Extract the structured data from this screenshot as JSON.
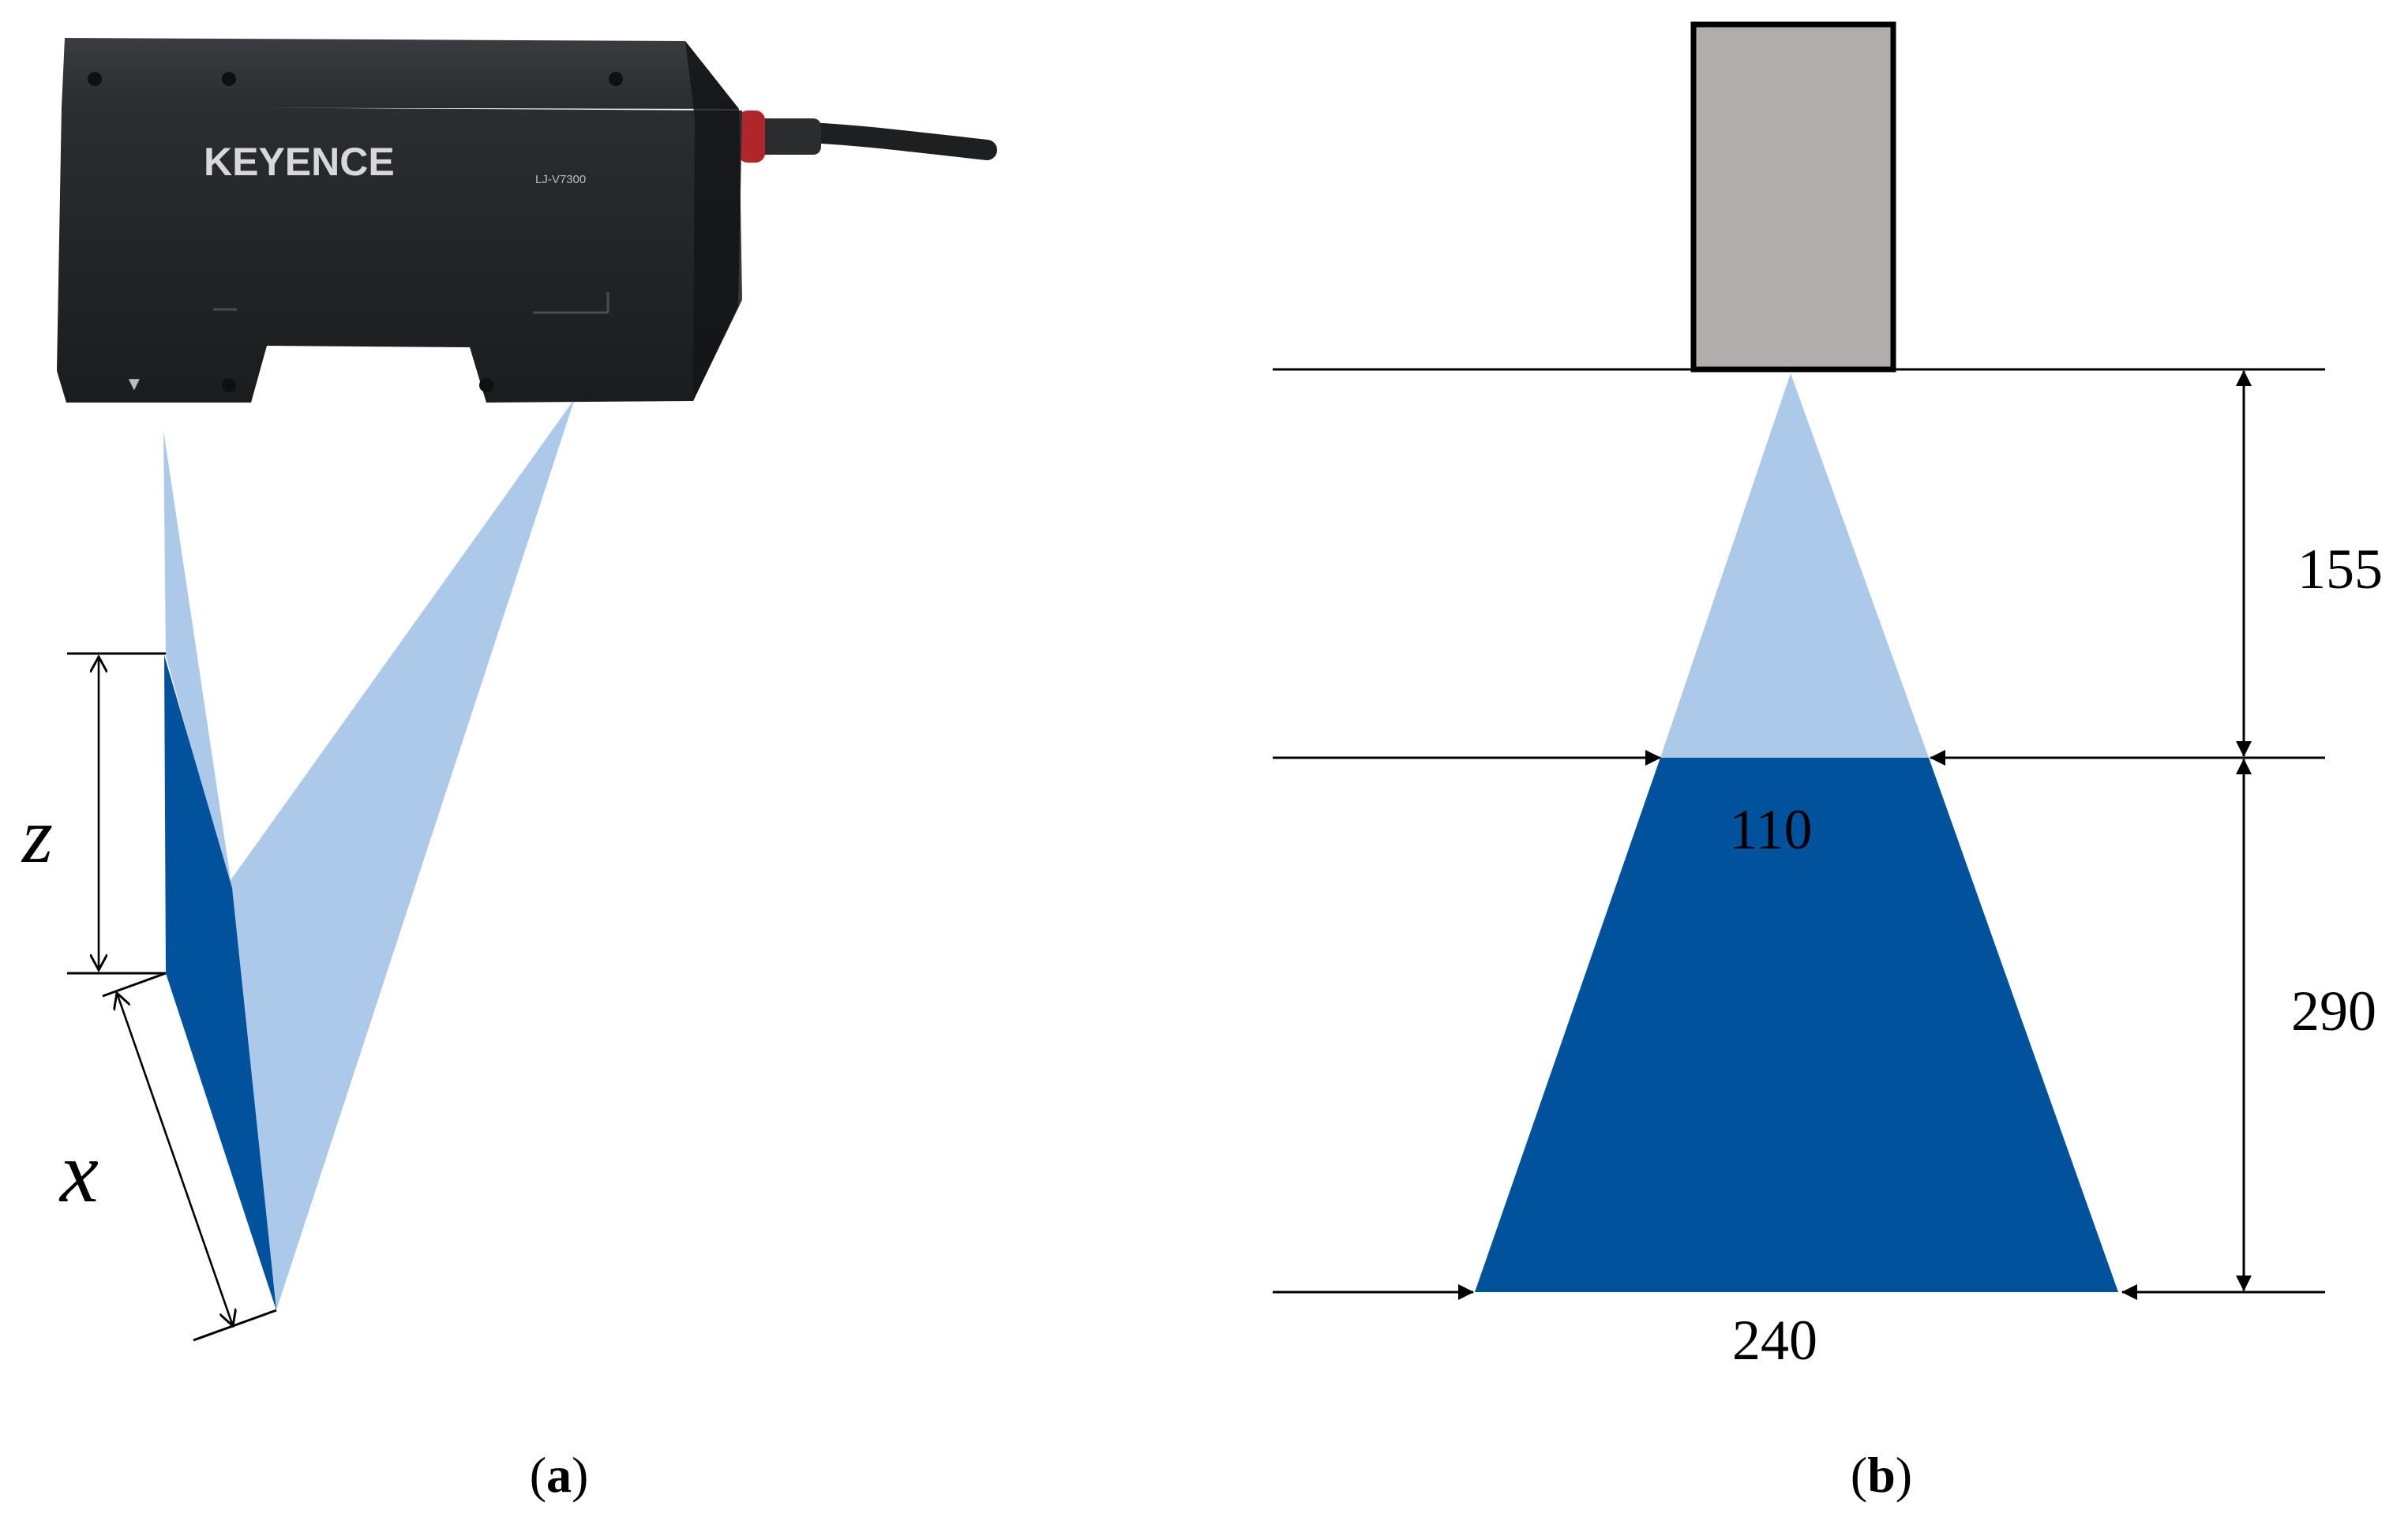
{
  "panel_a": {
    "sensor": {
      "brand_logo": "KEYENCE",
      "model_label": "LJ-V7300",
      "window_marker": "▼"
    },
    "labels": {
      "z": "z",
      "x": "x"
    },
    "caption": {
      "open": "(",
      "letter": "a",
      "close": ")"
    }
  },
  "panel_b": {
    "dimensions": {
      "distance_to_start": "155",
      "measurement_range": "290",
      "width_near": "110",
      "width_far": "240"
    },
    "caption": {
      "open": "(",
      "letter": "b",
      "close": ")"
    }
  },
  "colors": {
    "light_beam": "#adc9e9",
    "dark_beam": "#00529c",
    "sensor_body": "#b0adac",
    "line": "#000000"
  }
}
